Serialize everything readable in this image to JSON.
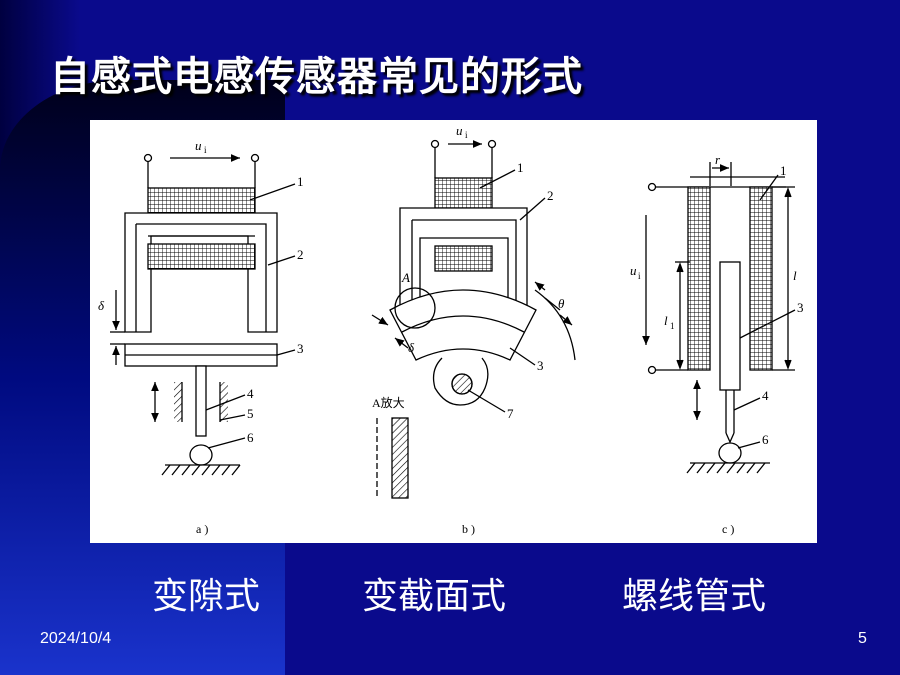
{
  "slide": {
    "title": "自感式电感传感器常见的形式",
    "date": "2024/10/4",
    "page_number": "5"
  },
  "captions": [
    "变隙式",
    "变截面式",
    "螺线管式"
  ],
  "diagram": {
    "panel_a": {
      "label": "a )",
      "voltage": "u",
      "voltage_sub": "i",
      "delta": "δ",
      "callouts": [
        "1",
        "2",
        "3",
        "4",
        "5",
        "6"
      ]
    },
    "panel_b": {
      "label": "b )",
      "voltage": "u",
      "voltage_sub": "i",
      "marker_a": "A",
      "theta": "θ",
      "delta": "δ",
      "enlarge_label": "A放大",
      "callouts": [
        "1",
        "2",
        "3",
        "7"
      ]
    },
    "panel_c": {
      "label": "c )",
      "r_label": "r",
      "l_label": "l",
      "l1_label": "l",
      "l1_sub": "1",
      "voltage": "u",
      "voltage_sub": "i",
      "callouts": [
        "1",
        "3",
        "4",
        "6"
      ]
    }
  },
  "colors": {
    "background": "#0a0a8c",
    "text": "#ffffff",
    "figure_bg": "#ffffff",
    "line": "#000000"
  }
}
